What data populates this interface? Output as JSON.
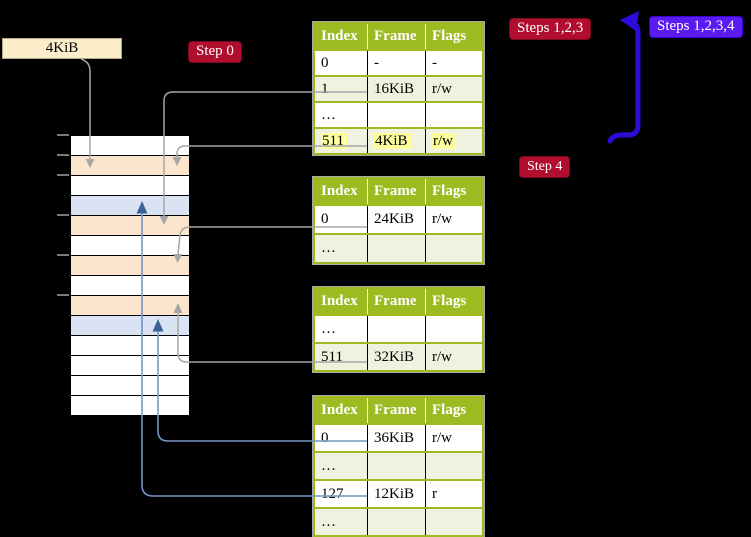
{
  "labels": {
    "frame_size": "4KiB",
    "step0": "Step 0",
    "steps123": "Steps 1,2,3",
    "steps1234": "Steps 1,2,3,4",
    "step4": "Step 4"
  },
  "table_headers": [
    "Index",
    "Frame",
    "Flags"
  ],
  "page_tables": [
    {
      "rows": [
        {
          "cells": [
            "0",
            "-",
            "-"
          ]
        },
        {
          "cells": [
            "1",
            "16KiB",
            "r/w"
          ]
        },
        {
          "cells": [
            "…",
            "",
            ""
          ]
        },
        {
          "cells": [
            "511",
            "4KiB",
            "r/w"
          ],
          "highlight": true
        }
      ]
    },
    {
      "rows": [
        {
          "cells": [
            "0",
            "24KiB",
            "r/w"
          ]
        },
        {
          "cells": [
            "…",
            "",
            ""
          ]
        }
      ]
    },
    {
      "rows": [
        {
          "cells": [
            "…",
            "",
            ""
          ]
        },
        {
          "cells": [
            "511",
            "32KiB",
            "r/w"
          ]
        }
      ]
    },
    {
      "rows": [
        {
          "cells": [
            "0",
            "36KiB",
            "r/w"
          ]
        },
        {
          "cells": [
            "…",
            "",
            ""
          ]
        },
        {
          "cells": [
            "127",
            "12KiB",
            "r"
          ]
        },
        {
          "cells": [
            "…",
            "",
            ""
          ]
        }
      ]
    }
  ],
  "memory_strip": {
    "rows": [
      "white",
      "orange",
      "white",
      "blue",
      "orange",
      "white",
      "orange",
      "white",
      "orange",
      "blue",
      "white",
      "white",
      "white",
      "white"
    ],
    "tick_ys": [
      134,
      154,
      174,
      214,
      254,
      294
    ]
  },
  "connections": [
    {
      "from": "4KiB label",
      "to": "memory row 2",
      "color": "gray"
    },
    {
      "from": "table1 index 1 (16KiB)",
      "to": "memory row 5",
      "color": "gray"
    },
    {
      "from": "table1 index 511 (4KiB)",
      "to": "memory row 2",
      "color": "gray"
    },
    {
      "from": "table2 index 0 (24KiB)",
      "to": "memory row 7",
      "color": "gray"
    },
    {
      "from": "table3 index 511 (32KiB)",
      "to": "memory row 9",
      "color": "gray"
    },
    {
      "from": "table4 index 0 (36KiB)",
      "to": "memory row 10",
      "color": "steel-blue"
    },
    {
      "from": "table4 index 127 (12KiB)",
      "to": "memory row 4",
      "color": "steel-blue"
    },
    {
      "from": "bottom right",
      "to": "top right (loop back)",
      "color": "vivid-blue"
    }
  ],
  "colors": {
    "background": "#000000",
    "connector_gray": "#a6a6a6",
    "connector_blue": "#7495c4",
    "connector_blue_head": "#3e6195",
    "loop_arrow_blue": "#2d0bdb",
    "badge_red": "#b00d2f",
    "badge_purple": "#5a1bf0",
    "table_header_green": "#9dbb21",
    "table_row_green": "#eef2de",
    "highlight_yellow": "#ffff9e",
    "frame_orange": "#fce5cd",
    "frame_blue": "#dae3f3",
    "label_cream": "#fdeecb"
  }
}
